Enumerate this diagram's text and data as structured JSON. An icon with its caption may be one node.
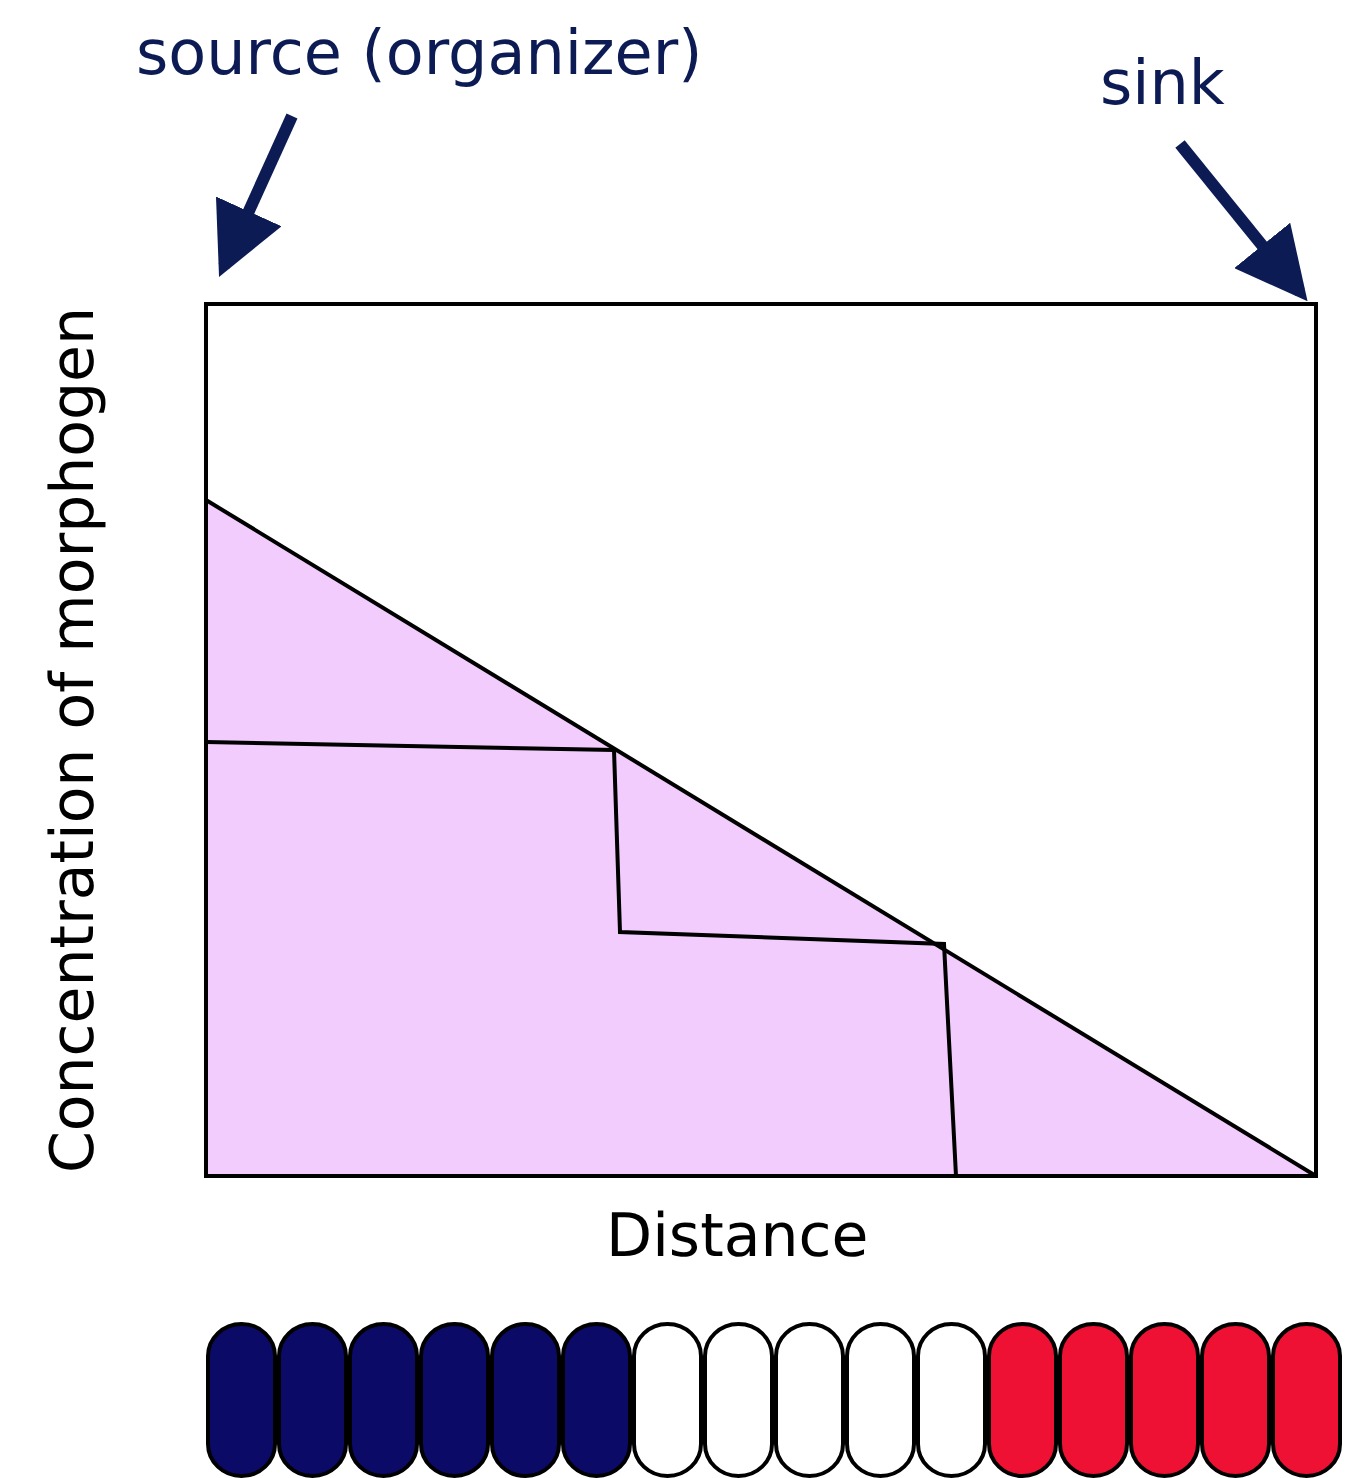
{
  "diagram": {
    "nodes": [
      {
        "text": [
          "source (organizer)"
        ]
      },
      {
        "text": [
          "sink"
        ]
      }
    ],
    "edges": [
      {
        "from": 0,
        "to": null,
        "arrow": "to"
      },
      {
        "from": 1,
        "to": null,
        "arrow": "to"
      }
    ],
    "labels": [
      "Concentration of morphogen",
      "Distance"
    ]
  }
}
